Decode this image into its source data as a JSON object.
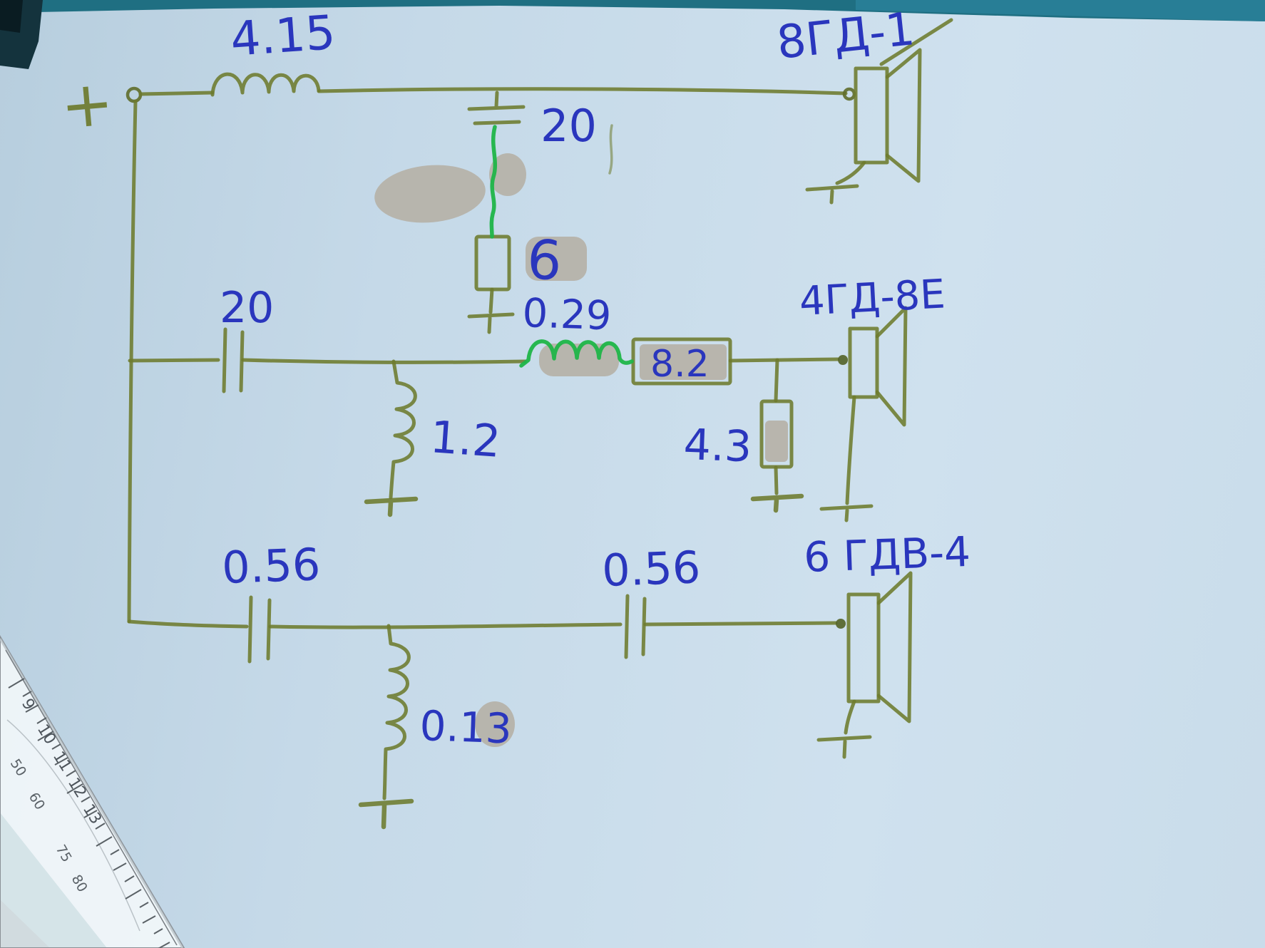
{
  "schematic": {
    "input_terminal": "+",
    "top_branch": {
      "series_inductor": "4.15",
      "shunt_capacitor": "20",
      "shunt_resistor": "6",
      "speaker": "8ГД-1"
    },
    "mid_branch": {
      "series_capacitor": "20",
      "shunt_inductor": "1.2",
      "series_inductor": "0.29",
      "series_resistor": "8.2",
      "shunt_resistor": "4.3",
      "speaker": "4ГД-8Е"
    },
    "bottom_branch": {
      "series_capacitor_1": "0.56",
      "series_capacitor_2": "0.56",
      "shunt_inductor": "0.13",
      "speaker": "6 ГДВ-4"
    }
  },
  "protractor": {
    "cm_scale": [
      "9",
      "10",
      "11",
      "12",
      "13"
    ],
    "deg_scale": [
      "50",
      "60",
      "75",
      "80"
    ]
  },
  "colors": {
    "pencil_olive": "#6d7b2e",
    "ink_blue": "#2a36bd",
    "ink_green": "#1fb548",
    "paper_blue": "#c6daea",
    "table_teal": "#1f6f82",
    "smudge_gray": "#b6b1a8"
  }
}
